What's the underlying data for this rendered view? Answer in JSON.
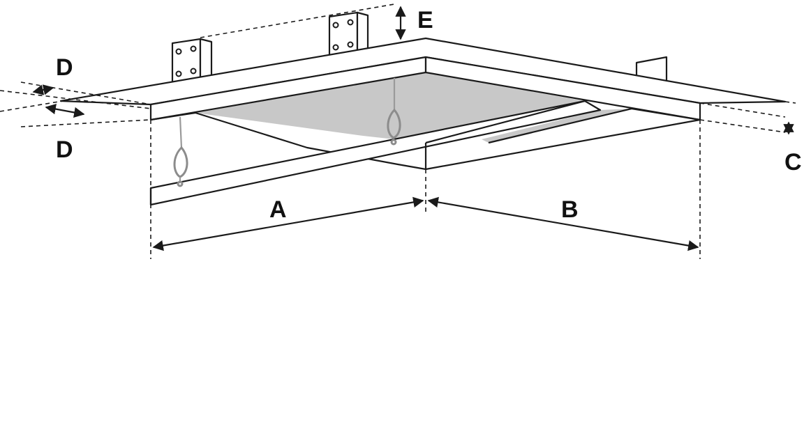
{
  "diagram": {
    "labels": {
      "A": "A",
      "B": "B",
      "C": "C",
      "D_top": "D",
      "D_bottom": "D",
      "E": "E"
    },
    "colors": {
      "line": "#1a1a1a",
      "panel": "#c8c8c8",
      "wire": "#9a9a9a",
      "background": "#ffffff"
    }
  }
}
